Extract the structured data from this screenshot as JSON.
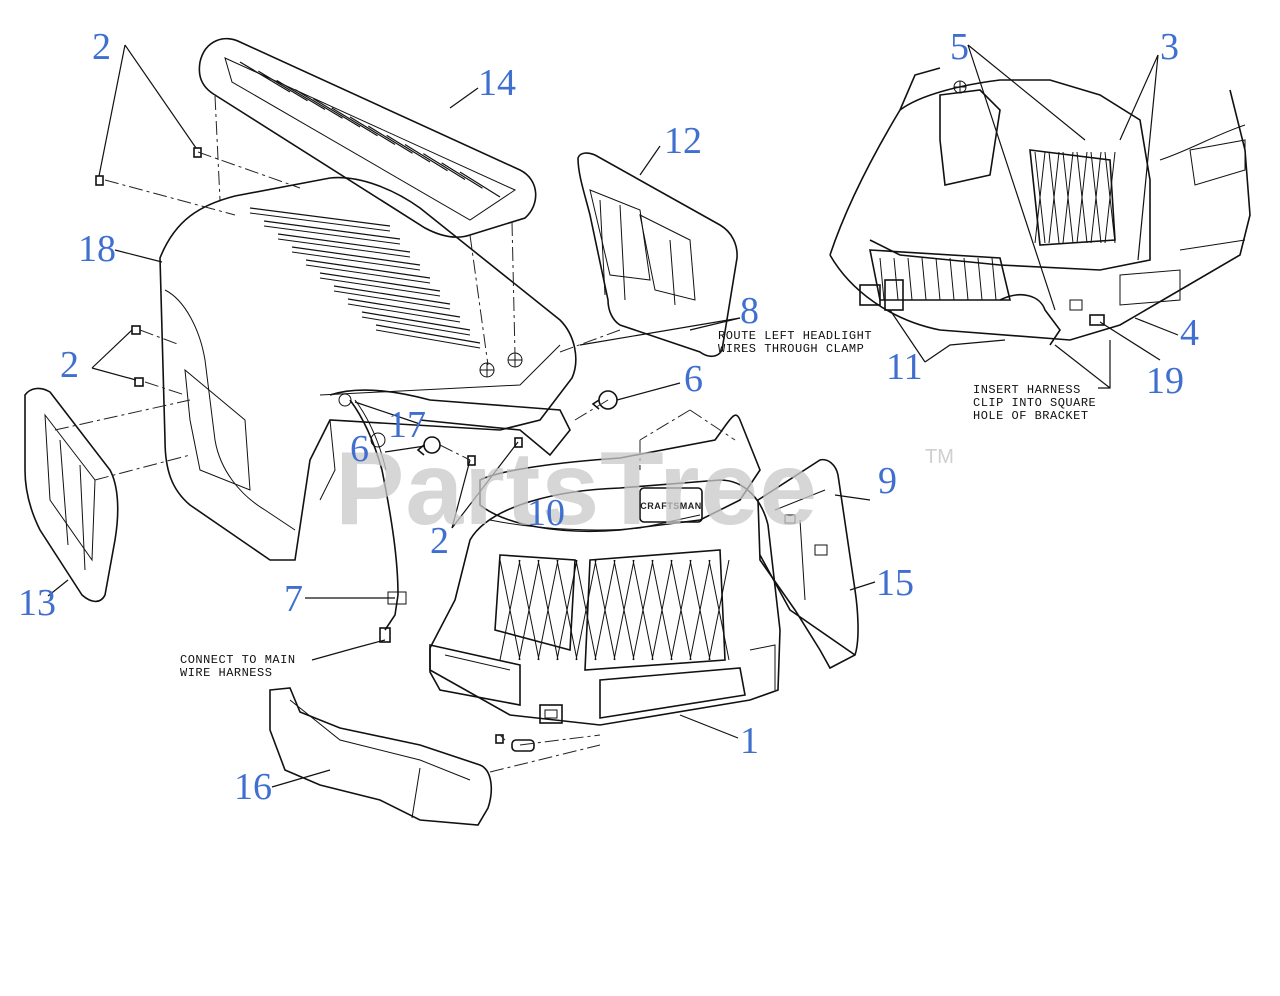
{
  "watermark": {
    "text": "PartsTree",
    "trademark": "TM"
  },
  "brand_badge": "CRAFTSMAN",
  "callouts": {
    "c2a": "2",
    "c14": "14",
    "c12": "12",
    "c18": "18",
    "c8": "8",
    "c2b": "2",
    "c6a": "6",
    "c17": "17",
    "c6b": "6",
    "c10": "10",
    "c2c": "2",
    "c9": "9",
    "c13": "13",
    "c7": "7",
    "c15": "15",
    "c1": "1",
    "c16": "16",
    "c5": "5",
    "c3": "3",
    "c4": "4",
    "c11": "11",
    "c19": "19"
  },
  "notes": {
    "route": [
      "ROUTE LEFT HEADLIGHT",
      "WIRES THROUGH CLAMP"
    ],
    "connect": [
      "CONNECT TO MAIN",
      "WIRE HARNESS"
    ],
    "insert": [
      "INSERT HARNESS",
      "CLIP INTO SQUARE",
      "HOLE OF BRACKET"
    ]
  }
}
